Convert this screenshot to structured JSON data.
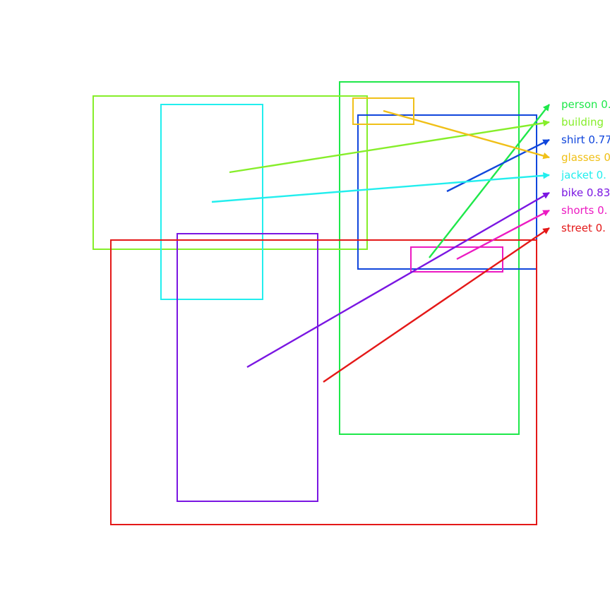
{
  "detections": [
    {
      "label": "person",
      "score_text": "0.",
      "color": "#1ee84a"
    },
    {
      "label": "building",
      "score_text": "",
      "color": "#86ee2a"
    },
    {
      "label": "shirt",
      "score_text": "0.77",
      "color": "#1046dc"
    },
    {
      "label": "glasses",
      "score_text": "0",
      "color": "#f0c018"
    },
    {
      "label": "jacket",
      "score_text": "0.",
      "color": "#22eeee"
    },
    {
      "label": "bike",
      "score_text": "0.83",
      "color": "#7a16e2"
    },
    {
      "label": "shorts",
      "score_text": "0.",
      "color": "#ec1ac2"
    },
    {
      "label": "street",
      "score_text": "0.",
      "color": "#e41818"
    }
  ]
}
